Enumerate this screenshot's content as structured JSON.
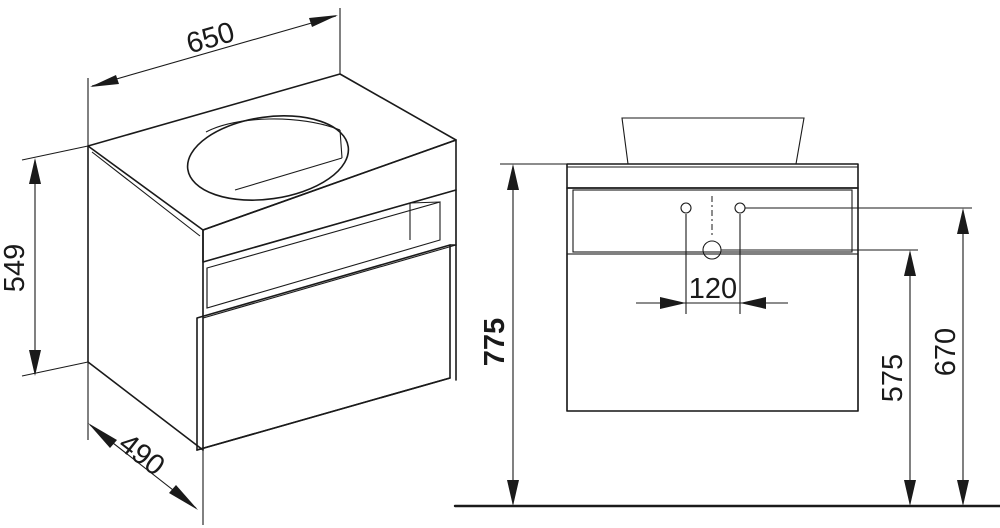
{
  "dimensions": {
    "width": "650",
    "height": "549",
    "depth": "490",
    "total_height": "775",
    "drain_height": "575",
    "supply_height": "670",
    "supply_spacing": "120"
  }
}
